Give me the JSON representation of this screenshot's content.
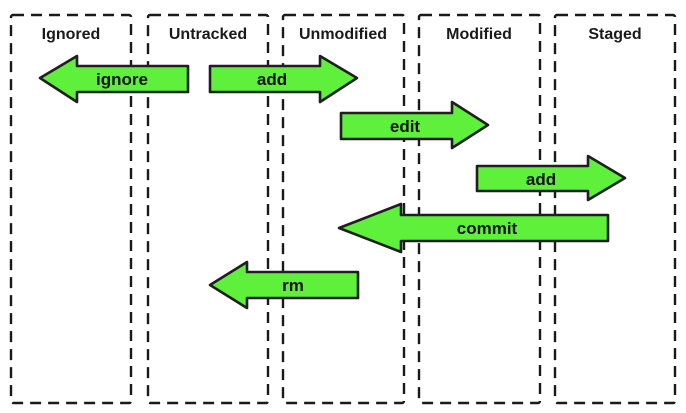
{
  "columns": [
    {
      "id": "ignored",
      "label": "Ignored"
    },
    {
      "id": "untracked",
      "label": "Untracked"
    },
    {
      "id": "unmodified",
      "label": "Unmodified"
    },
    {
      "id": "modified",
      "label": "Modified"
    },
    {
      "id": "staged",
      "label": "Staged"
    }
  ],
  "transitions": [
    {
      "id": "ignore",
      "label": "ignore",
      "from": "untracked",
      "to": "ignored"
    },
    {
      "id": "add-untracked",
      "label": "add",
      "from": "untracked",
      "to": "unmodified"
    },
    {
      "id": "edit",
      "label": "edit",
      "from": "unmodified",
      "to": "modified"
    },
    {
      "id": "add-modified",
      "label": "add",
      "from": "modified",
      "to": "staged"
    },
    {
      "id": "commit",
      "label": "commit",
      "from": "staged",
      "to": "unmodified"
    },
    {
      "id": "rm",
      "label": "rm",
      "from": "unmodified",
      "to": "untracked"
    }
  ],
  "colors": {
    "arrow_fill": "#5ef03a",
    "outline": "#1f1f1f",
    "box_stroke": "#1a1a1a",
    "background": "#ffffff"
  }
}
